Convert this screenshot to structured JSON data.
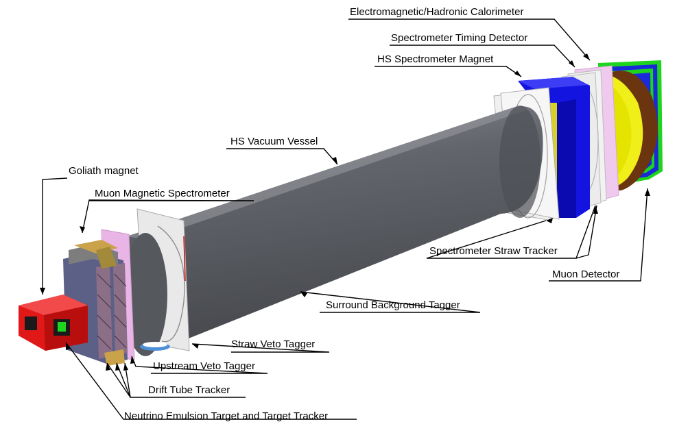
{
  "labels": {
    "calorimeter": "Electromagnetic/Hadronic Calorimeter",
    "timing_detector": "Spectrometer Timing Detector",
    "hs_magnet": "HS Spectrometer Magnet",
    "vacuum_vessel": "HS Vacuum Vessel",
    "goliath": "Goliath magnet",
    "muon_magnetic_spectrometer": "Muon Magnetic Spectrometer",
    "straw_tracker": "Spectrometer Straw Tracker",
    "muon_detector": "Muon Detector",
    "surround_tagger": "Surround Background Tagger",
    "straw_veto": "Straw Veto Tagger",
    "upstream_veto": "Upstream Veto Tagger",
    "drift_tube": "Drift Tube Tracker",
    "neutrino_target": "Neutrino Emulsion Target and Target Tracker"
  },
  "colors": {
    "vessel": "#5a5d62",
    "vessel_light": "#80838a",
    "magnet_blue": "#1414e0",
    "calo_yellow": "#f0ef1a",
    "calo_brown": "#6b3510",
    "muon_green": "#1ed41e",
    "timing_pink": "#efc9ee",
    "goliath_red": "#e01818",
    "spectrometer_slate": "#5c5f86"
  }
}
